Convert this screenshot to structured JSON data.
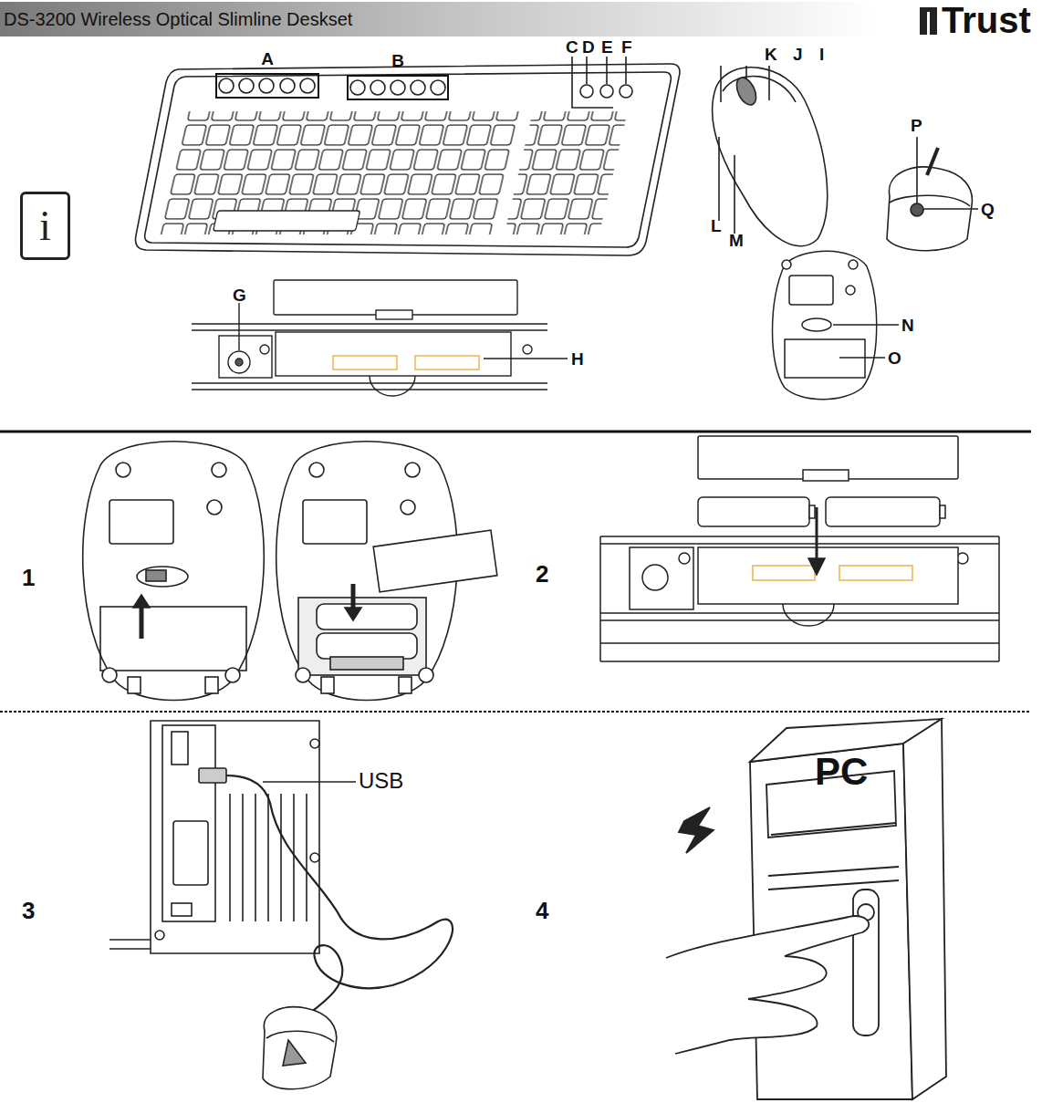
{
  "diagram": {
    "title": "DS-3200 Wireless Optical Slimline Deskset",
    "nodes": [
      {
        "text": [
          "A"
        ]
      },
      {
        "text": [
          "B"
        ]
      },
      {
        "text": [
          "i"
        ]
      }
    ],
    "labels": [
      "Trust",
      "C",
      "D",
      "E",
      "F",
      "K",
      "J",
      "I",
      "P",
      "Q",
      "L",
      "M",
      "G",
      "H",
      "N",
      "O",
      "1",
      "2",
      "3",
      "4",
      "USB",
      "PC"
    ]
  }
}
